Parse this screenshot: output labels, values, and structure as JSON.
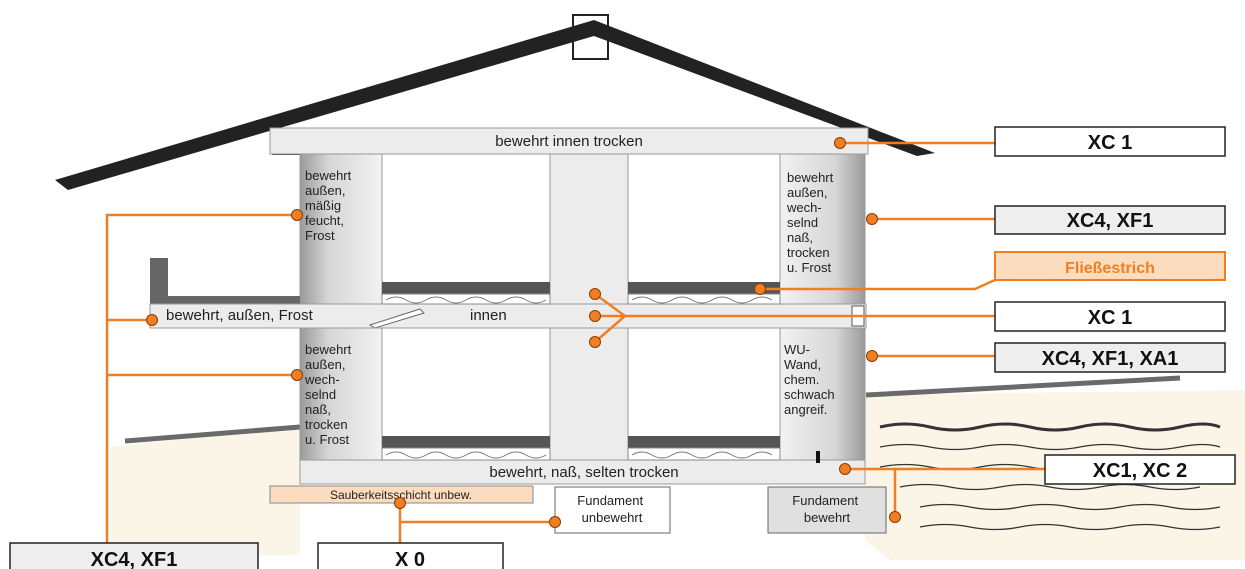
{
  "diagram": {
    "roof_slab": "bewehrt innen trocken",
    "upper_left_wall": [
      "bewehrt",
      "außen,",
      "mäßig",
      "feucht,",
      "Frost"
    ],
    "upper_right_wall": [
      "bewehrt",
      "außen,",
      "wech-",
      "selnd",
      "naß,",
      "trocken",
      "u. Frost"
    ],
    "balcony_slab": "bewehrt, außen, Frost",
    "mid_slab_inner": "innen",
    "lower_left_wall": [
      "bewehrt",
      "außen,",
      "wech-",
      "selnd",
      "naß,",
      "trocken",
      "u. Frost"
    ],
    "lower_right_wall": [
      "WU-",
      "Wand,",
      "chem.",
      "schwach",
      "angreif."
    ],
    "base_slab": "bewehrt, naß, selten trocken",
    "blinding_layer": "Sauberkeitsschicht unbew.",
    "foundation_unreinforced": [
      "Fundament",
      "unbewehrt"
    ],
    "foundation_reinforced": [
      "Fundament",
      "bewehrt"
    ]
  },
  "callouts": {
    "roof": "XC 1",
    "upper_wall": "XC4, XF1",
    "screed": "Fließestrich",
    "interior": "XC 1",
    "basement_wall": "XC4, XF1, XA1",
    "base": "XC1, XC 2",
    "exterior_left": "XC4, XF1",
    "unreinforced": "X 0"
  },
  "colors": {
    "leader": "#f07f24",
    "concrete": "#ececec",
    "screed_fill": "#fcdcbf",
    "ground": "#fbf5e7",
    "dark": "#555555"
  }
}
